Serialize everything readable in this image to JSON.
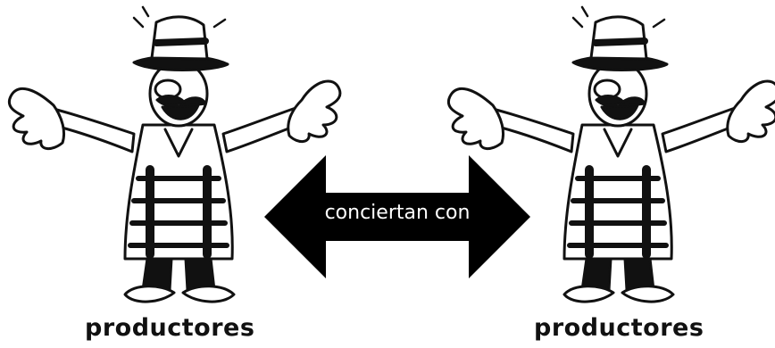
{
  "left_node": {
    "label": "productores",
    "icon": "gaucho-cartoon-icon"
  },
  "right_node": {
    "label": "productores",
    "icon": "gaucho-cartoon-icon"
  },
  "connector": {
    "label": "conciertan con",
    "style": "double-headed-arrow",
    "color": "#000000",
    "text_color": "#ffffff"
  }
}
